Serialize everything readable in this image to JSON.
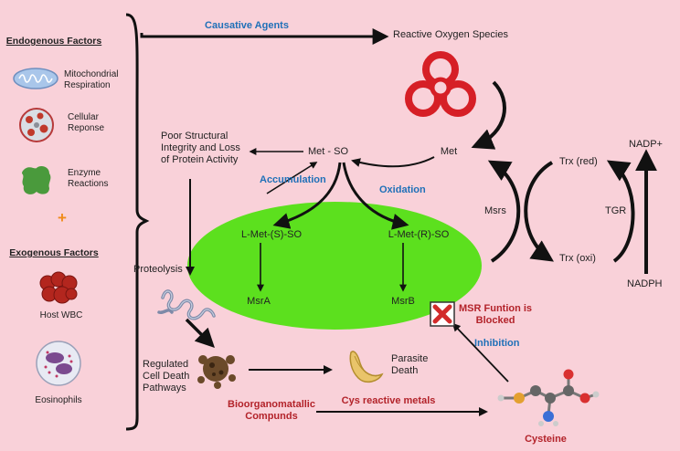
{
  "left_panel": {
    "endogenous_header": "Endogenous Factors",
    "mitochondrial": "Mitochondrial\nRespiration",
    "cellular": "Cellular\nReponse",
    "enzyme": "Enzyme\nReactions",
    "plus": "+",
    "exogenous_header": "Exogenous Factors",
    "host_wbc": "Host WBC",
    "eosinophils": "Eosinophils"
  },
  "labels": {
    "causative_agents": "Causative Agents",
    "ros": "Reactive Oxygen Species",
    "poor_integrity": "Poor Structural\nIntegrity and Loss\nof Protein Activity",
    "met_so": "Met - SO",
    "met": "Met",
    "accumulation": "Accumulation",
    "oxidation": "Oxidation",
    "l_met_s_so": "L-Met-(S)-SO",
    "l_met_r_so": "L-Met-(R)-SO",
    "msra": "MsrA",
    "msrb": "MsrB",
    "proteolysis": "Proteolysis",
    "regulated_death": "Regulated\nCell Death\nPathways",
    "parasite_death": "Parasite\nDeath",
    "bioorgano": "Bioorganomatallic\nCompunds",
    "cys_metals": "Cys reactive metals",
    "cysteine": "Cysteine",
    "inhibition": "Inhibition",
    "msr_blocked": "MSR Funtion is\nBlocked",
    "msrs": "Msrs",
    "trx_red": "Trx (red)",
    "trx_oxi": "Trx (oxi)",
    "tgr": "TGR",
    "nadp_plus": "NADP+",
    "nadph": "NADPH"
  },
  "colors": {
    "background": "#f9d1d9",
    "ellipse": "#5ce01e",
    "accent_blue": "#1f70b8",
    "accent_red": "#b3232a"
  }
}
